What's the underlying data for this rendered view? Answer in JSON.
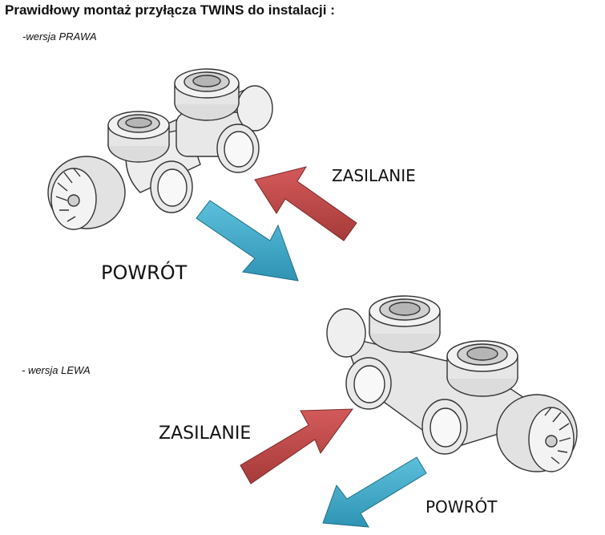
{
  "title": "Prawidłowy montaż przyłącza TWINS do instalacji :",
  "variant_right": "-wersja PRAWA",
  "variant_left": "- wersja LEWA",
  "top_diagram": {
    "supply_label": "ZASILANIE",
    "return_label": "POWRÓT"
  },
  "bottom_diagram": {
    "supply_label": "ZASILANIE",
    "return_label": "POWRÓT"
  },
  "colors": {
    "supply_arrow": "#c24a4a",
    "return_arrow": "#3fa9c9"
  }
}
